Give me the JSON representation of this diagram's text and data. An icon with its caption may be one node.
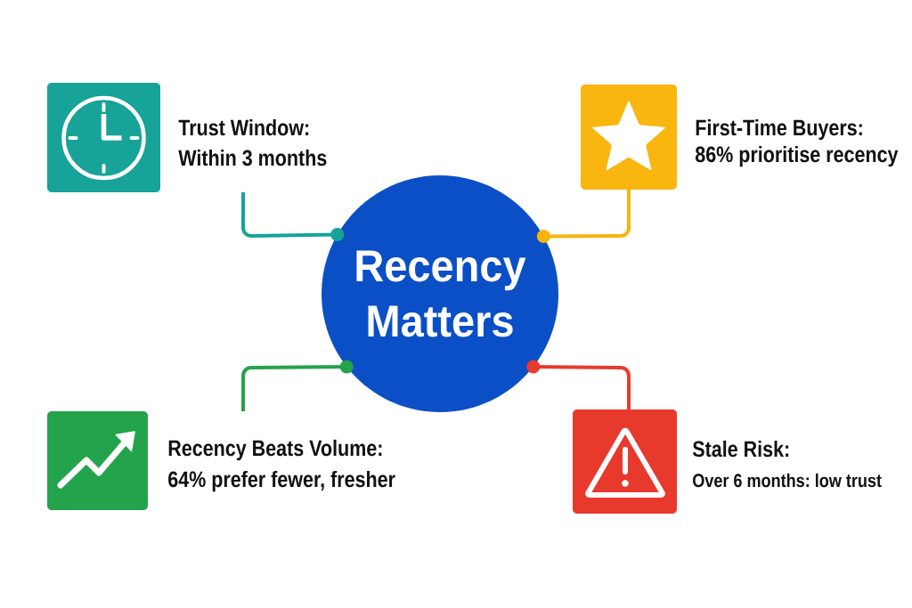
{
  "diagram": {
    "nodes": [
      {
        "text": [
          "Trust Window:",
          "Within 3 months"
        ]
      },
      {
        "text": [
          "First-Time Buyers:",
          "86% prioritise recency"
        ]
      },
      {
        "text": [
          "Recency Matters"
        ]
      },
      {
        "text": [
          "Recency Beats Volume:",
          "64% prefer fewer, fresher"
        ]
      },
      {
        "text": [
          "Stale Risk:",
          "Over 6 months: low trust"
        ]
      }
    ],
    "edges": [
      {
        "from": 0,
        "to": 2,
        "arrow": "other",
        "color": "#17a398"
      },
      {
        "from": 1,
        "to": 2,
        "arrow": "other",
        "color": "#f6b40e"
      },
      {
        "from": 3,
        "to": 2,
        "arrow": "other",
        "color": "#25a24b"
      },
      {
        "from": 4,
        "to": 2,
        "arrow": "other",
        "color": "#e63b2e"
      }
    ]
  }
}
